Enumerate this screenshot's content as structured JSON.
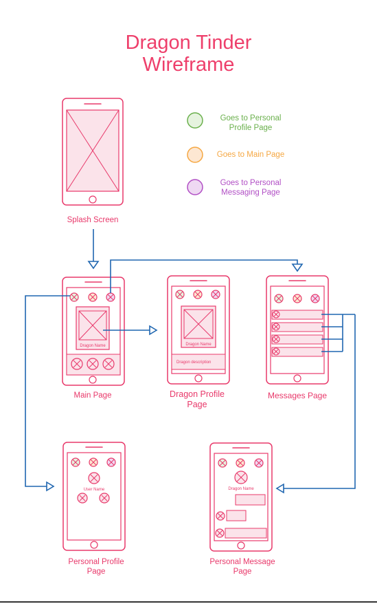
{
  "title": {
    "line1": "Dragon Tinder",
    "line2": "Wireframe"
  },
  "legend": [
    {
      "text_line1": "Goes to Personal",
      "text_line2": "Profile Page",
      "color": "#6ab04c",
      "fill": "#e6f3df"
    },
    {
      "text_line1": "Goes to Main Page",
      "text_line2": "",
      "color": "#f5a742",
      "fill": "#fde7d2"
    },
    {
      "text_line1": "Goes to Personal",
      "text_line2": "Messaging Page",
      "color": "#b14fc5",
      "fill": "#efd9f3"
    }
  ],
  "screens": {
    "splash": {
      "label": "Splash Screen"
    },
    "main": {
      "label": "Main Page",
      "card_caption": "Dragon Name"
    },
    "dragon_profile": {
      "label_line1": "Dragon Profile",
      "label_line2": "Page",
      "description": "Dragon description",
      "card_caption": "Dragon Name"
    },
    "messages": {
      "label": "Messages Page"
    },
    "personal_profile": {
      "label_line1": "Personal Profile",
      "label_line2": "Page",
      "user_caption": "User Name"
    },
    "personal_message": {
      "label_line1": "Personal Message",
      "label_line2": "Page",
      "dragon_caption": "Dragon Name"
    }
  },
  "colors": {
    "wire": "#e8386a",
    "wire_fill": "#fbe3ea",
    "arrow": "#1f66b0"
  }
}
